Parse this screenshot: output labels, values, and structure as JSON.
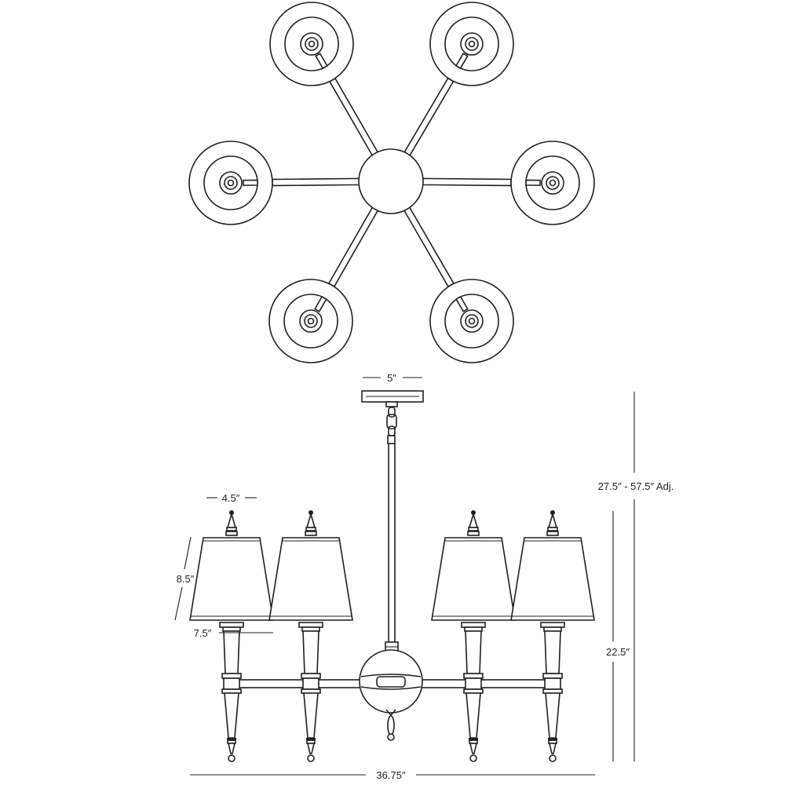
{
  "colors": {
    "line": "#231f20",
    "background": "#ffffff"
  },
  "dimensions": {
    "canopy_width": "5″",
    "shade_top": "4.5″",
    "shade_height": "8.5″",
    "shade_bottom": "7.5″",
    "overall_width": "36.75″",
    "overall_height_adj": "27.5″ - 57.5″ Adj.",
    "body_height": "22.5″"
  }
}
